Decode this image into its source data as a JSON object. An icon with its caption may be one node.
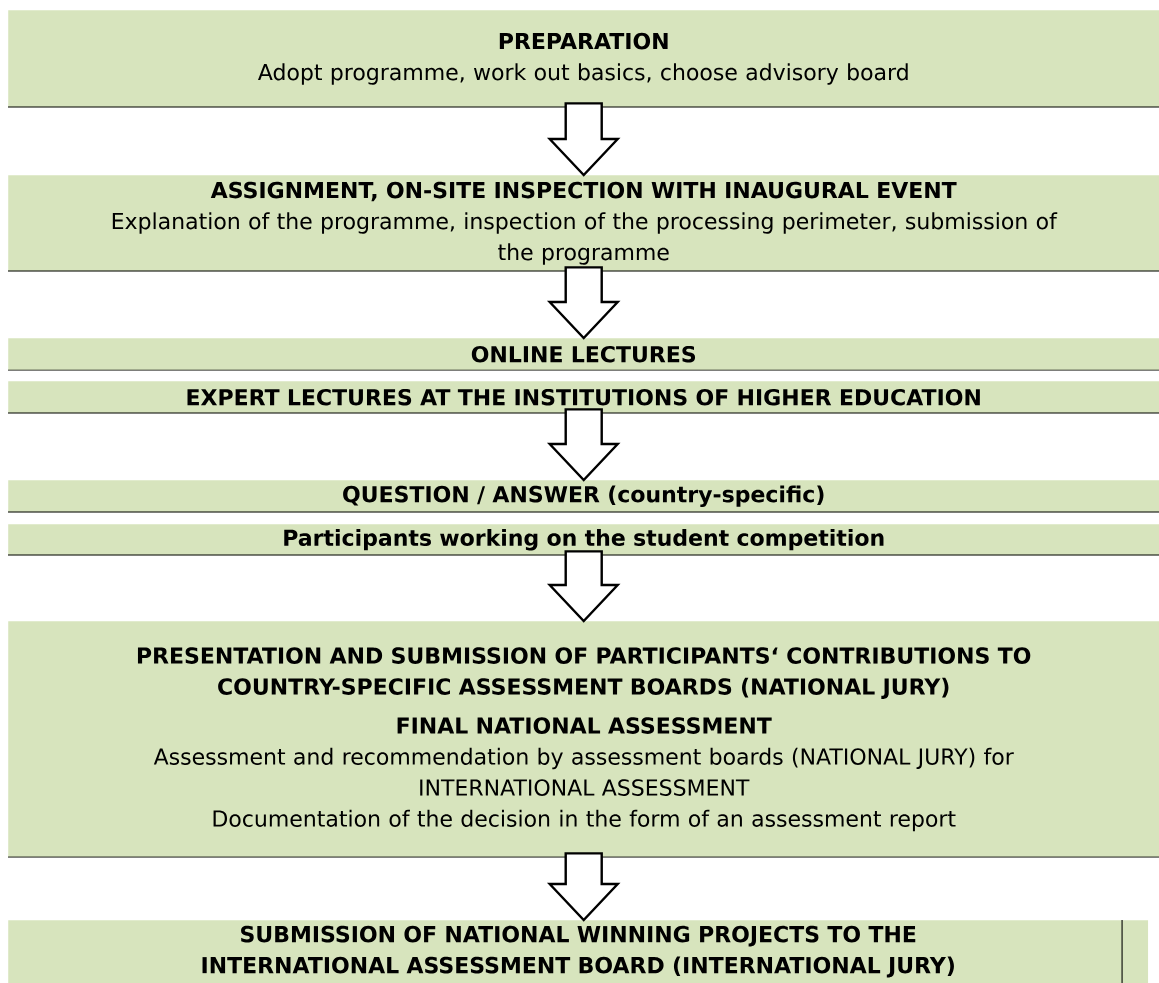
{
  "diagram": {
    "nodes": [
      {
        "text": [
          "PREPARATION",
          "Adopt programme, work out basics, choose advisory board"
        ]
      },
      {
        "text": [
          "ASSIGNMENT, ON-SITE INSPECTION WITH INAUGURAL EVENT",
          "Explanation of the programme, inspection of the processing perimeter, submission of the programme"
        ]
      },
      {
        "text": [
          "ONLINE LECTURES"
        ]
      },
      {
        "text": [
          "EXPERT LECTURES AT THE INSTITUTIONS OF HIGHER EDUCATION"
        ]
      },
      {
        "text": [
          "QUESTION / ANSWER (country-specific)"
        ]
      },
      {
        "text": [
          "Participants working on the student competition"
        ]
      },
      {
        "text": [
          "PRESENTATION AND SUBMISSION OF PARTICIPANTS‘ CONTRIBUTIONS TO COUNTRY-SPECIFIC ASSESSMENT BOARDS (NATIONAL JURY)",
          "FINAL NATIONAL ASSESSMENT",
          "Assessment and recommendation by assessment boards (NATIONAL JURY) for INTERNATIONAL ASSESSMENT",
          "Documentation of the decision in the form of an assessment report"
        ]
      },
      {
        "text": [
          "SUBMISSION OF NATIONAL WINNING PROJECTS TO THE INTERNATIONAL ASSESSMENT BOARD (INTERNATIONAL JURY)"
        ]
      }
    ],
    "edges": [
      {
        "from": 0,
        "to": 1,
        "arrow": "to"
      },
      {
        "from": 1,
        "to": 2,
        "arrow": "to"
      },
      {
        "from": 3,
        "to": 4,
        "arrow": "to"
      },
      {
        "from": 5,
        "to": 6,
        "arrow": "to"
      },
      {
        "from": 6,
        "to": 7,
        "arrow": "to"
      }
    ]
  }
}
